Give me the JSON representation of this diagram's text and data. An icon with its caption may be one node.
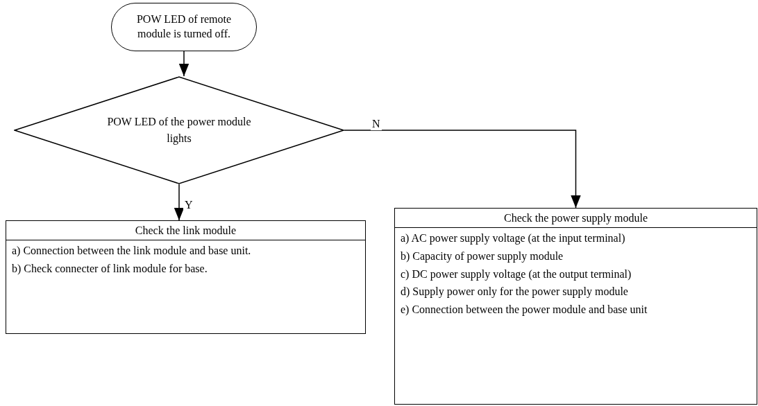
{
  "diagram": {
    "nodes": [
      {
        "text": [
          "POW LED of remote module is turned off."
        ]
      },
      {
        "text": [
          "POW LED of the power module lights"
        ]
      },
      {
        "text": [
          "Check the link module",
          "a) Connection between the link module and base unit.",
          "b) Check connecter of link module for base."
        ]
      },
      {
        "text": [
          "Check the power supply module",
          "a) AC power supply voltage (at the input terminal)",
          "b) Capacity of power supply module",
          "c) DC power supply voltage (at the output terminal)",
          "d) Supply power only for the power supply module",
          "e) Connection between the power module and base unit"
        ]
      }
    ],
    "edges": [
      {
        "from": 0,
        "to": 1,
        "arrow": "to"
      },
      {
        "from": 1,
        "to": 2,
        "arrow": "to",
        "label": "Y"
      },
      {
        "from": 1,
        "to": 3,
        "arrow": "to",
        "label": "N"
      }
    ]
  }
}
